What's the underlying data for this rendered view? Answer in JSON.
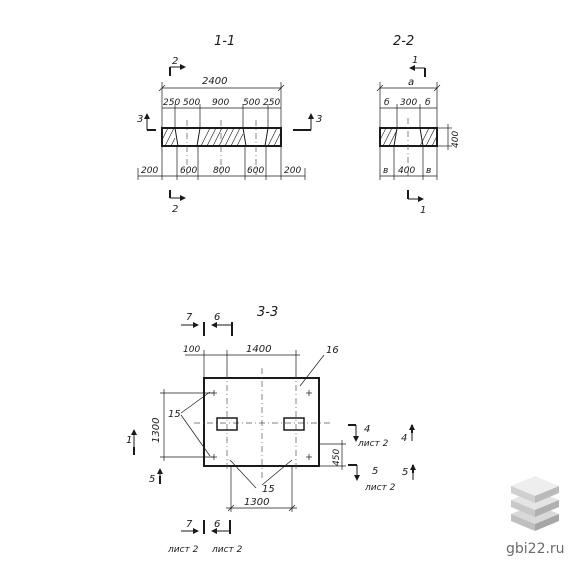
{
  "section_1": {
    "title": "1-1",
    "cut_mark_top": "2",
    "cut_mark_bottom": "2",
    "cut_mark_left": "3",
    "cut_mark_right": "3",
    "dim_overall": "2400",
    "dims_top": [
      "250",
      "500",
      "900",
      "500",
      "250"
    ],
    "dims_bottom": [
      "200",
      "600",
      "800",
      "600",
      "200"
    ]
  },
  "section_2": {
    "title": "2-2",
    "cut_mark_top": "1",
    "cut_mark_bottom": "1",
    "dim_top": "a",
    "dims_top": [
      "б",
      "300",
      "б"
    ],
    "dims_bottom": [
      "в",
      "400",
      "в"
    ],
    "dim_height": "400"
  },
  "section_3": {
    "title": "3-3",
    "mark_7": "7",
    "mark_6": "6",
    "dim_100": "100",
    "dim_1400": "1400",
    "label_16": "16",
    "label_15_left": "15",
    "label_15_bottom": "15",
    "dim_1300_vertical": "1300",
    "dim_1300_horizontal": "1300",
    "dim_450": "450",
    "mark_4_left": "4",
    "mark_4_right": "4",
    "mark_4_sheet": "лист 2",
    "mark_5_left": "5",
    "mark_5_mid": "5",
    "mark_5_right": "5",
    "mark_5_sheet": "лист 2",
    "mark_1": "1",
    "mark_7_bottom": "7",
    "mark_6_bottom": "6",
    "sheet_7": "лист 2",
    "sheet_6": "лист 2"
  },
  "watermark": {
    "text": "gbi22.ru"
  }
}
